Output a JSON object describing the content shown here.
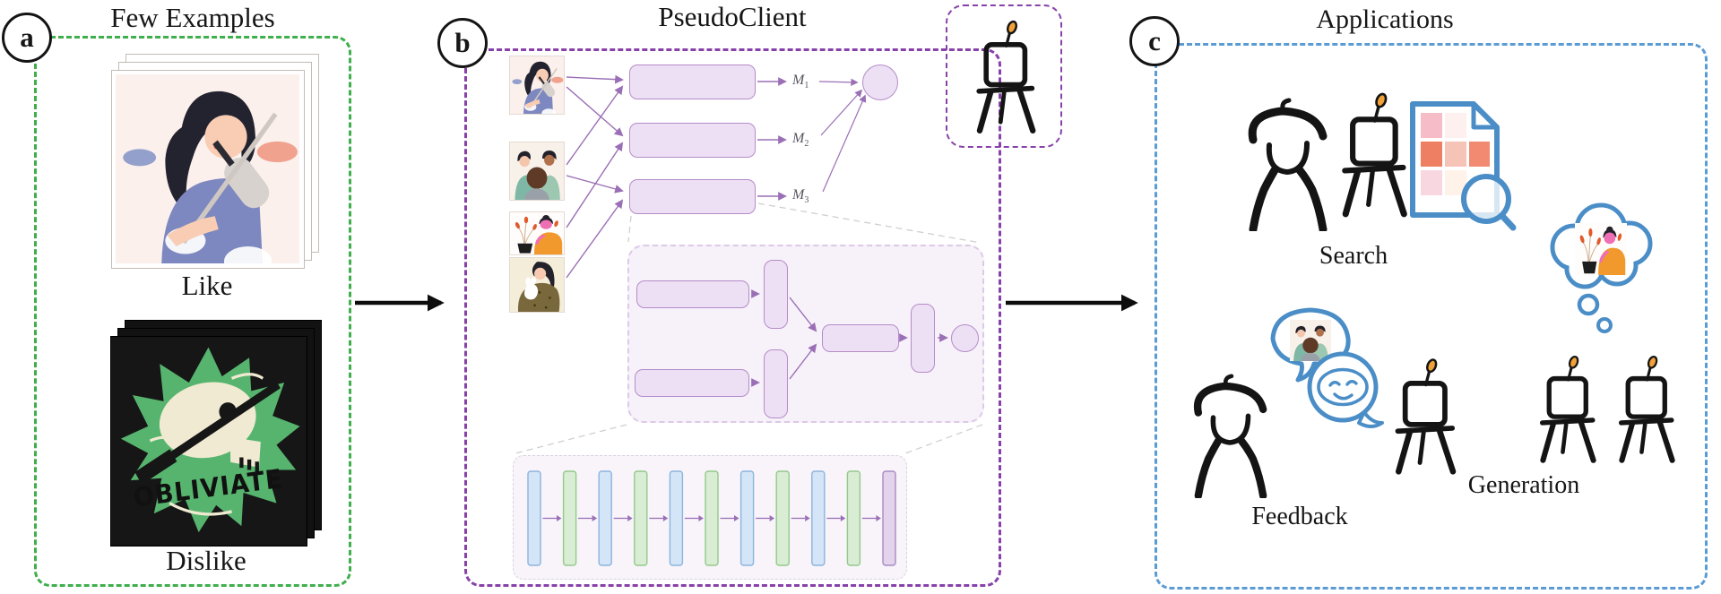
{
  "panel_a": {
    "badge": "a",
    "title": "Few Examples",
    "like_label": "Like",
    "dislike_label": "Dislike",
    "dislike_card_text": "OBLIVIATE",
    "border_color": "#3fae4c"
  },
  "panel_b": {
    "badge": "b",
    "title": "PseudoClient",
    "border_color": "#8741a9",
    "models": [
      {
        "base": "M",
        "sub": "1"
      },
      {
        "base": "M",
        "sub": "2"
      },
      {
        "base": "M",
        "sub": "3"
      }
    ],
    "encoder": {
      "bars": [
        "blue",
        "green",
        "blue",
        "green",
        "blue",
        "green",
        "blue",
        "green",
        "blue",
        "green",
        "purple"
      ],
      "bar_colors": {
        "blue": {
          "fill": "#d4e5f7",
          "stroke": "#8db4dd"
        },
        "green": {
          "fill": "#d9edd4",
          "stroke": "#94c98b"
        },
        "purple": {
          "fill": "#e4d3ec",
          "stroke": "#a98bc4"
        }
      }
    }
  },
  "panel_c": {
    "badge": "c",
    "title": "Applications",
    "border_color": "#5b9bd5",
    "applications": [
      {
        "label": "Search"
      },
      {
        "label": "Feedback"
      },
      {
        "label": "Generation"
      }
    ]
  },
  "colors": {
    "arrow_purple": "#9a6fb5",
    "arrow_black": "#0d0d0d",
    "sketch_blue": "#4b8ec7",
    "easel_orange": "#f2a138",
    "box_fill": "#eee0f4",
    "box_border": "#b48cc8"
  }
}
